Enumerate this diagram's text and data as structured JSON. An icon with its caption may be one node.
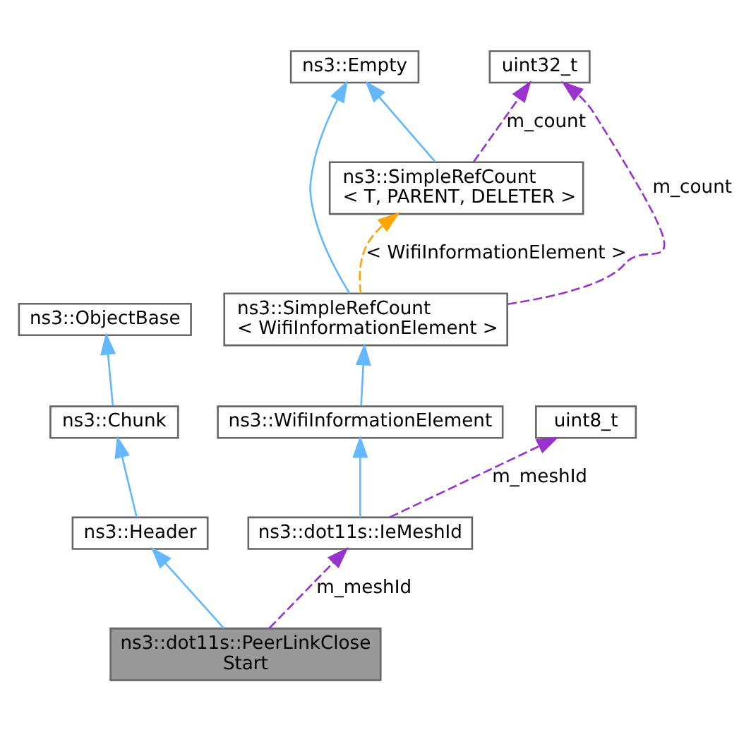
{
  "diagram": {
    "nodes": [
      {
        "text": [
          "ns3::Empty"
        ]
      },
      {
        "text": [
          "uint32_t"
        ]
      },
      {
        "text": [
          "ns3::SimpleRefCount < T, PARENT, DELETER >"
        ]
      },
      {
        "text": [
          "ns3::ObjectBase"
        ]
      },
      {
        "text": [
          "ns3::SimpleRefCount < WifiInformationElement >"
        ]
      },
      {
        "text": [
          "ns3::Chunk"
        ]
      },
      {
        "text": [
          "ns3::WifiInformationElement"
        ]
      },
      {
        "text": [
          "uint8_t"
        ]
      },
      {
        "text": [
          "ns3::Header"
        ]
      },
      {
        "text": [
          "ns3::dot11s::IeMeshId"
        ]
      },
      {
        "text": [
          "ns3::dot11s::PeerLinkClose Start"
        ]
      }
    ],
    "edges": [
      {
        "from": 2,
        "to": 0,
        "arrow": "to"
      },
      {
        "from": 4,
        "to": 0,
        "arrow": "to"
      },
      {
        "from": 2,
        "to": 1,
        "arrow": "to",
        "label": "m_count",
        "style": "dashed",
        "color": "#9a32cd"
      },
      {
        "from": 4,
        "to": 1,
        "arrow": "to",
        "label": "m_count",
        "style": "dashed",
        "color": "#9a32cd"
      },
      {
        "from": 4,
        "to": 2,
        "arrow": "to",
        "label": "< WifiInformationElement >",
        "style": "dashed",
        "color": "#ffa500"
      },
      {
        "from": 5,
        "to": 3,
        "arrow": "to"
      },
      {
        "from": 6,
        "to": 4,
        "arrow": "to"
      },
      {
        "from": 8,
        "to": 5,
        "arrow": "to"
      },
      {
        "from": 9,
        "to": 6,
        "arrow": "to"
      },
      {
        "from": 9,
        "to": 7,
        "arrow": "to",
        "label": "m_meshId",
        "style": "dashed",
        "color": "#9a32cd"
      },
      {
        "from": 10,
        "to": 8,
        "arrow": "to"
      },
      {
        "from": 10,
        "to": 9,
        "arrow": "to",
        "label": "m_meshId",
        "style": "dashed",
        "color": "#9a32cd"
      }
    ]
  }
}
